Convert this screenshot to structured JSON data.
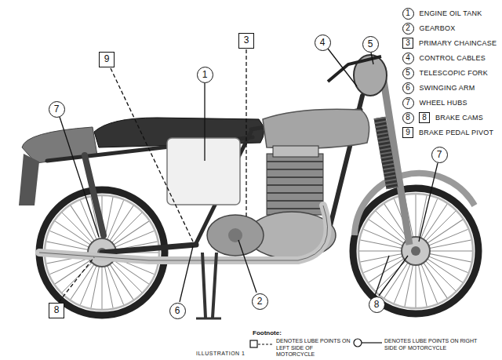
{
  "diagram": {
    "caption": "ILLUSTRATION 1",
    "nodes": [
      {
        "text": [
          "9"
        ]
      },
      {
        "text": [
          "1"
        ]
      },
      {
        "text": [
          "3"
        ]
      },
      {
        "text": [
          "4"
        ]
      },
      {
        "text": [
          "5"
        ]
      },
      {
        "text": [
          "7"
        ]
      },
      {
        "text": [
          "7"
        ]
      },
      {
        "text": [
          "8"
        ]
      },
      {
        "text": [
          "8"
        ]
      },
      {
        "text": [
          "6"
        ]
      },
      {
        "text": [
          "2"
        ]
      },
      {
        "text": [
          "1",
          "ENGINE OIL TANK"
        ]
      },
      {
        "text": [
          "2",
          "GEARBOX"
        ]
      },
      {
        "text": [
          "3",
          "PRIMARY CHAINCASE"
        ]
      },
      {
        "text": [
          "4",
          "CONTROL CABLES"
        ]
      },
      {
        "text": [
          "5",
          "TELESCOPIC FORK"
        ]
      },
      {
        "text": [
          "6",
          "SWINGING ARM"
        ]
      },
      {
        "text": [
          "7",
          "WHEEL HUBS"
        ]
      },
      {
        "text": [
          "8"
        ]
      },
      {
        "text": [
          "8",
          "BRAKE CAMS"
        ]
      },
      {
        "text": [
          "9",
          "BRAKE PEDAL PIVOT"
        ]
      }
    ],
    "labels": [
      "Footnote:"
    ],
    "legend": [
      {
        "text": "DENOTES LUBE POINTS ON LEFT SIDE OF MOTORCYCLE"
      },
      {
        "text": "DENOTES LUBE POINTS ON RIGHT SIDE OF MOTORCYCLE"
      }
    ]
  }
}
